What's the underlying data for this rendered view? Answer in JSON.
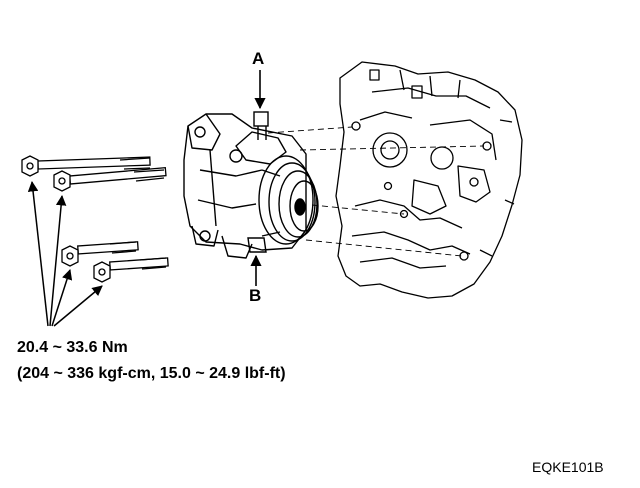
{
  "callouts": {
    "a": "A",
    "b": "B"
  },
  "torque_spec": {
    "line1": "20.4 ~ 33.6 Nm",
    "line2": "(204 ~ 336 kgf-cm, 15.0 ~ 24.9 lbf-ft)"
  },
  "figure_code": "EQKE101B",
  "colors": {
    "ink": "#000000",
    "background": "#ffffff"
  },
  "icons": {
    "compressor": "ac-compressor-icon",
    "engine": "engine-block-icon",
    "bolt": "bolt-icon"
  }
}
